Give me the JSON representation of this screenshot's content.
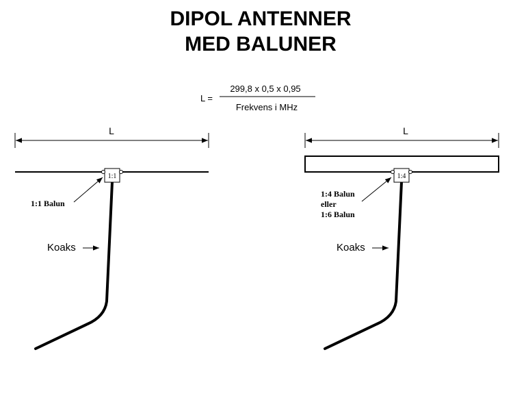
{
  "title": {
    "line1": "DIPOL ANTENNER",
    "line2": "MED BALUNER"
  },
  "formula": {
    "lhs": "L =",
    "numerator": "299,8 x 0,5 x 0,95",
    "denominator": "Frekvens i MHz"
  },
  "left": {
    "dimension_label": "L",
    "balun_ratio": "1:1",
    "balun_label": "1:1 Balun",
    "coax_label": "Koaks"
  },
  "right": {
    "dimension_label": "L",
    "balun_ratio": "1:4",
    "balun_label_lines": [
      "1:4 Balun",
      "eller",
      "1:6 Balun"
    ],
    "coax_label": "Koaks"
  }
}
